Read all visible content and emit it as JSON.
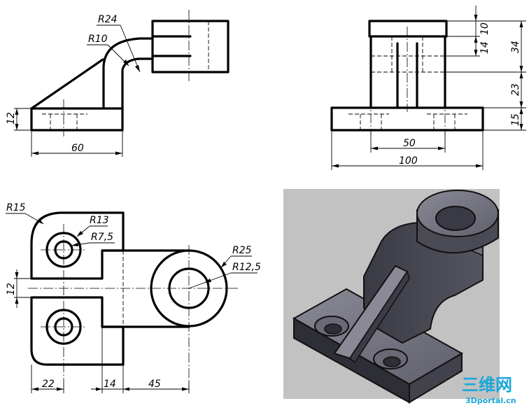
{
  "front_view": {
    "dims": {
      "r24": "R24",
      "r10": "R10",
      "h12": "12",
      "w60": "60"
    }
  },
  "side_view": {
    "dims": {
      "d10": "10",
      "d14": "14",
      "d34": "34",
      "d23": "23",
      "d15": "15",
      "d50": "50",
      "d100": "100"
    }
  },
  "top_view": {
    "dims": {
      "r15": "R15",
      "r13": "R13",
      "r7_5": "R7,5",
      "r25": "R25",
      "r12_5": "R12,5",
      "w12": "12",
      "d22": "22",
      "d14": "14",
      "d45": "45"
    }
  },
  "render": {
    "background": "#c2c2c2",
    "body": "#5d5d68"
  },
  "watermark": {
    "line1": "三维网",
    "line2": "3Dportal.cn"
  }
}
